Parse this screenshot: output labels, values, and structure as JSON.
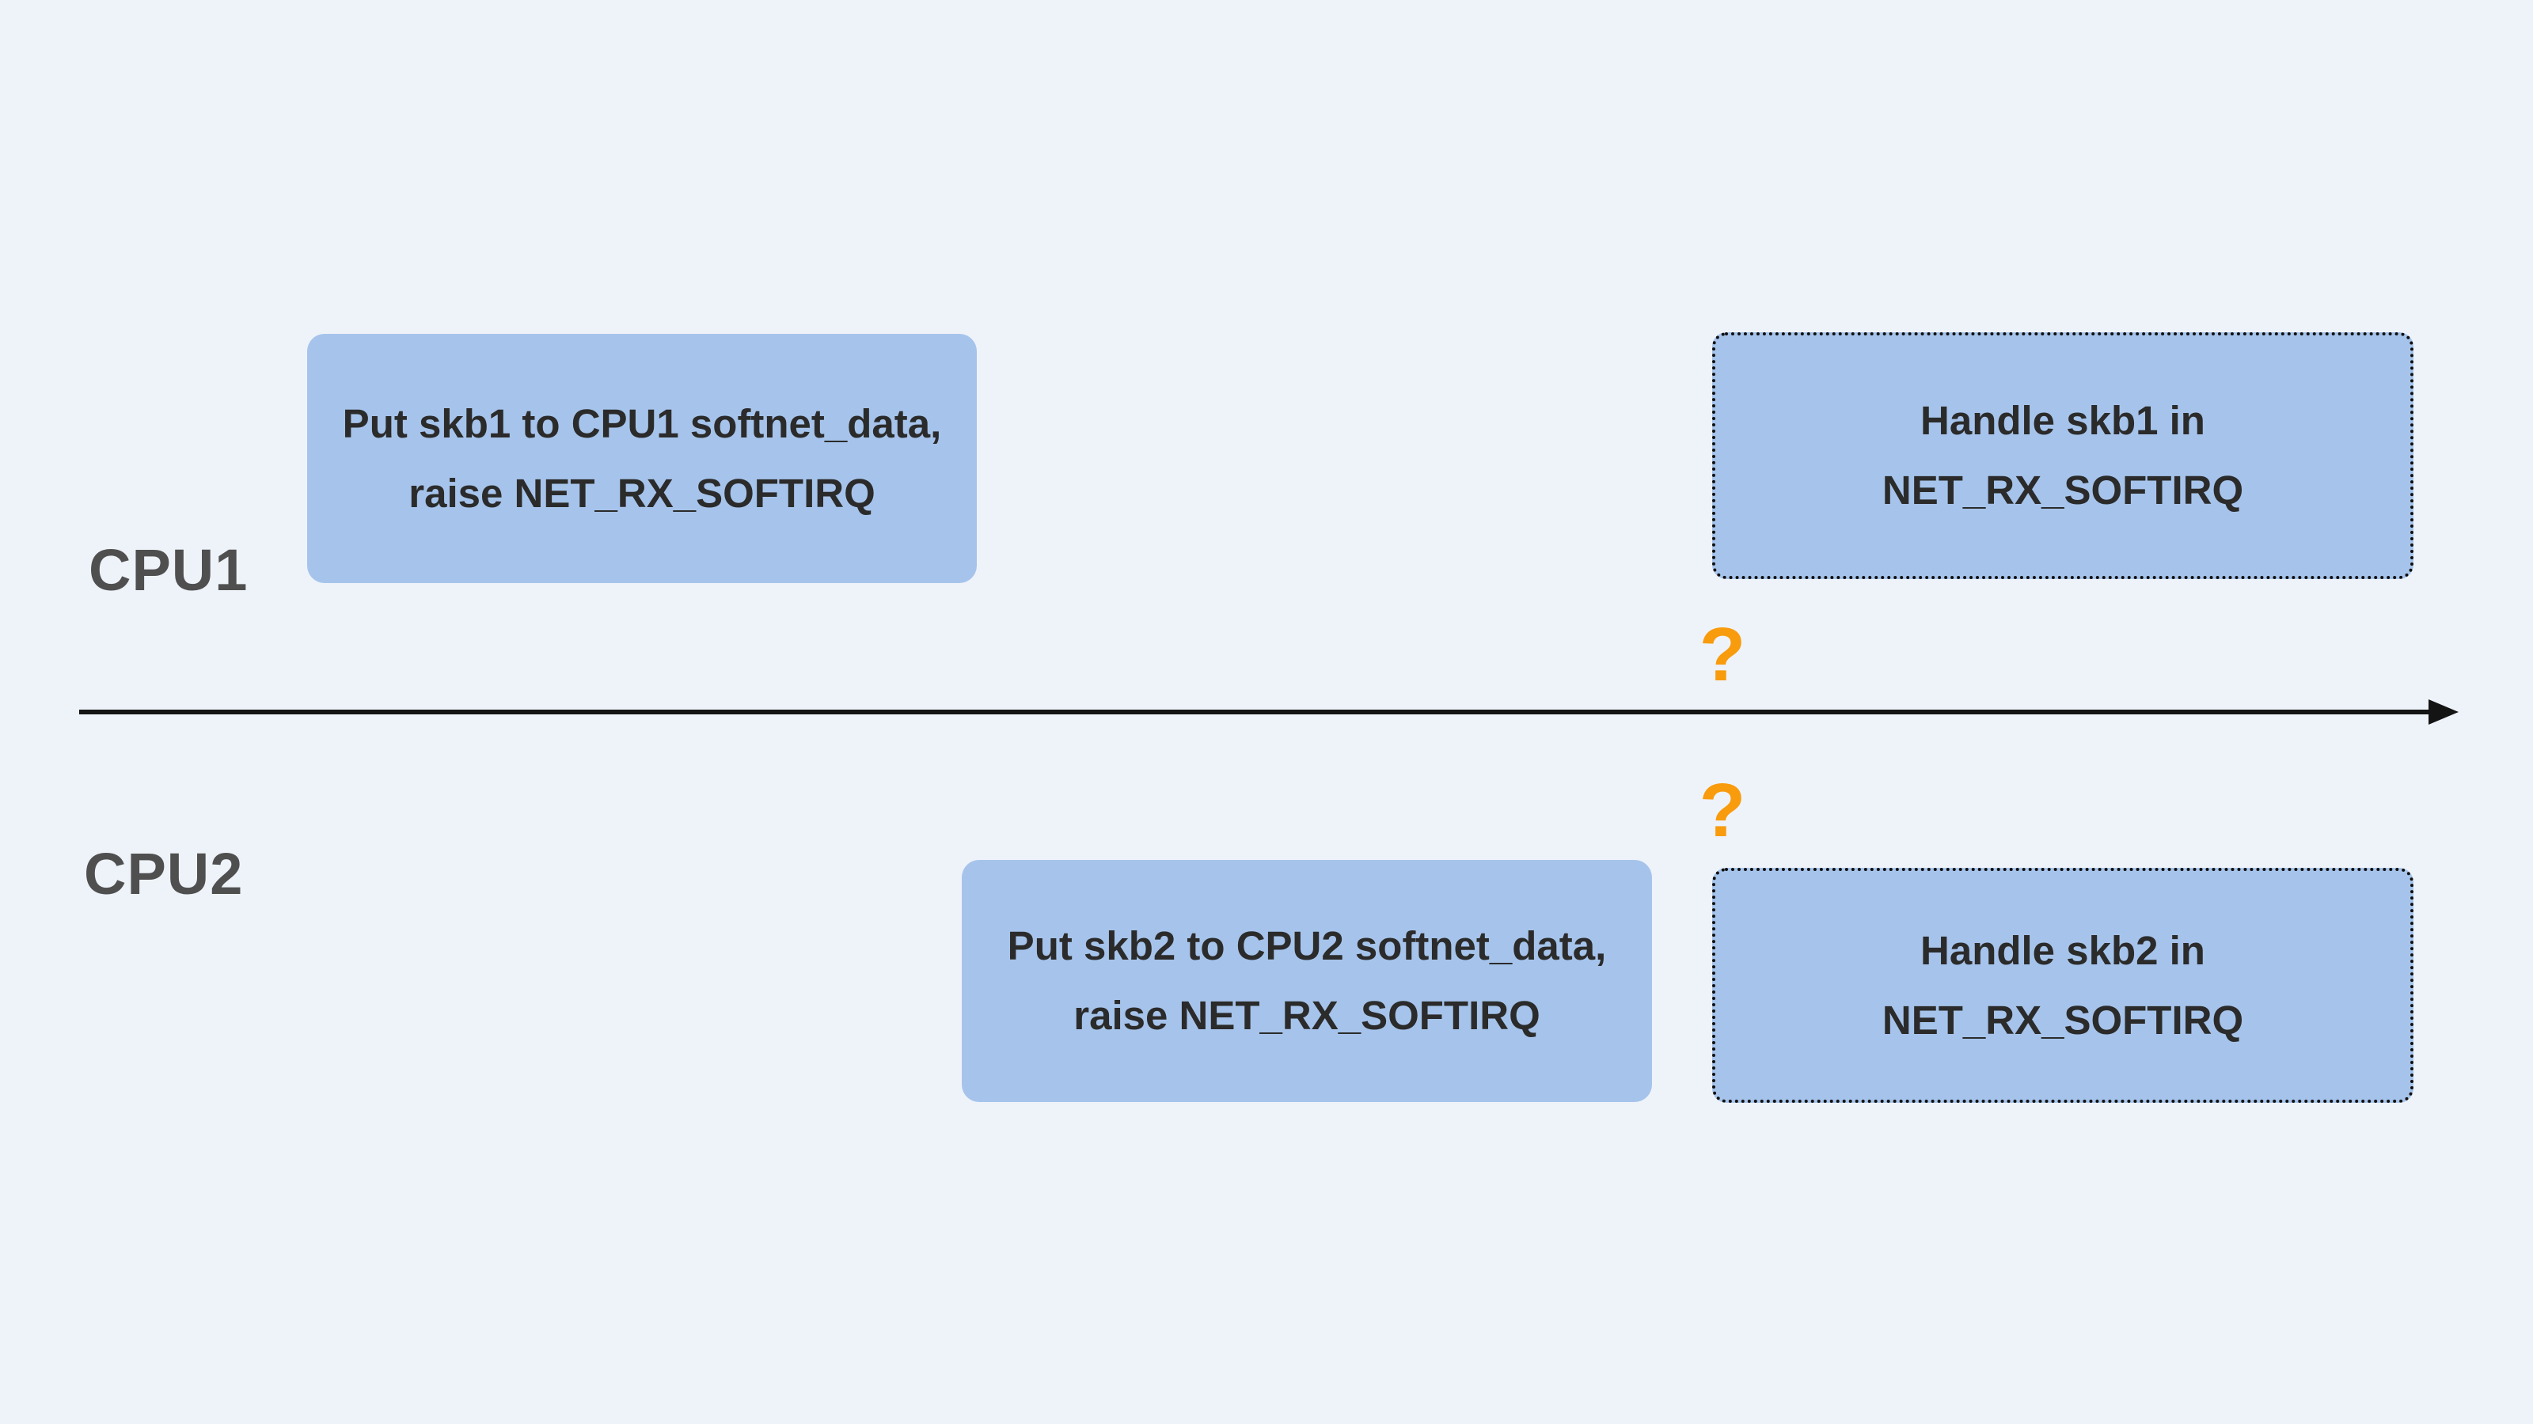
{
  "colors": {
    "background": "#EEF3FA",
    "box_fill": "#A6C4EB",
    "box_text": "#2B2B2B",
    "lane_label": "#4F4F4F",
    "timeline": "#141414",
    "question_mark": "#F89B0C",
    "dotted_border": "#101010"
  },
  "lanes": {
    "cpu1": "CPU1",
    "cpu2": "CPU2"
  },
  "boxes": {
    "cpu1_enqueue": {
      "style": "solid",
      "line1": "Put skb1 to CPU1 softnet_data,",
      "line2": "raise NET_RX_SOFTIRQ"
    },
    "cpu1_handle": {
      "style": "dotted",
      "line1": "Handle skb1 in",
      "line2": "NET_RX_SOFTIRQ"
    },
    "cpu2_enqueue": {
      "style": "solid",
      "line1": "Put skb2 to CPU2 softnet_data,",
      "line2": "raise NET_RX_SOFTIRQ"
    },
    "cpu2_handle": {
      "style": "dotted",
      "line1": "Handle skb2 in",
      "line2": "NET_RX_SOFTIRQ"
    }
  },
  "annotations": {
    "question_top": "?",
    "question_bottom": "?"
  }
}
